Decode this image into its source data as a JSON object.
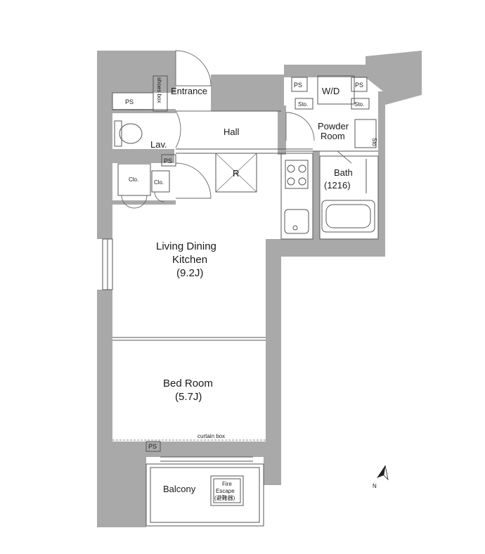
{
  "rooms": {
    "entrance": "Entrance",
    "shoes_box": "shoes box",
    "hall": "Hall",
    "lav": "Lav.",
    "wd": "W/D",
    "powder_room_1": "Powder",
    "powder_room_2": "Room",
    "bath_1": "Bath",
    "bath_2": "(1216)",
    "refrigerator": "R",
    "clo_1": "Clo.",
    "clo_2": "Clo.",
    "ldk_1": "Living Dining",
    "ldk_2": "Kitchen",
    "ldk_3": "(9.2J)",
    "bed_1": "Bed Room",
    "bed_2": "(5.7J)",
    "curtain_box": "curtain box",
    "balcony": "Balcony",
    "fire_escape_1": "Fire",
    "fire_escape_2": "Escape",
    "fire_escape_3": "(避難器)",
    "sto_1": "Sto.",
    "sto_2": "Sto.",
    "sto_3": "Sto"
  },
  "ps_labels": [
    "PS",
    "PS",
    "PS",
    "PS",
    "PS"
  ],
  "compass": {
    "label": "N"
  }
}
